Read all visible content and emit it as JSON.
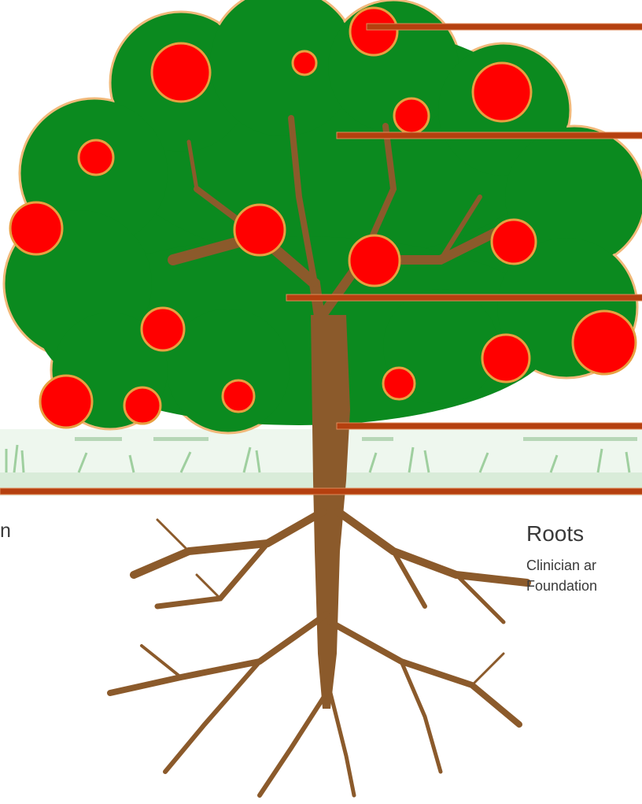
{
  "colors": {
    "foliage": "#0b8a1f",
    "foliage_edge": "#0a7a1b",
    "apple": "#ff0000",
    "apple_edge": "#e8a040",
    "trunk": "#8b5a2b",
    "callout_line": "#b5400f",
    "grass": "#cfe6cf",
    "label_text": "#3a3a3a"
  },
  "icons": {
    "tree": "apple-tree-illustration",
    "roots": "root-system-illustration"
  },
  "labels": {
    "left_partial": "n",
    "roots_title": "Roots",
    "roots_line_1": "Clinician ar",
    "roots_line_2": "Foundation"
  }
}
